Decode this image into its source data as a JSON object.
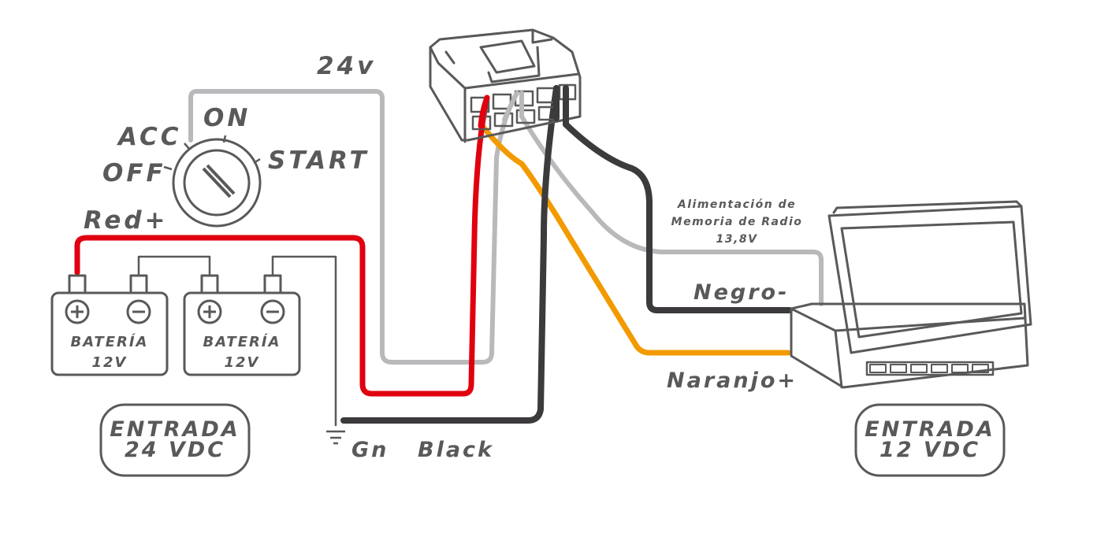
{
  "colors": {
    "red": "#e0000f",
    "gray": "#b9b9bb",
    "orange": "#f29a00",
    "black": "#3c3a3c",
    "outline": "#595959"
  },
  "labels": {
    "voltage_24v": "24v",
    "acc": "ACC",
    "on": "ON",
    "off": "OFF",
    "start": "START",
    "red_plus": "Red+",
    "battery": "BATERÍA",
    "battery_v": "12V",
    "entrada_24": "ENTRADA",
    "entrada_24_v": "24 VDC",
    "gn": "Gn",
    "black": "Black",
    "memory_1": "Alimentación de",
    "memory_2": "Memoria de Radio",
    "memory_3": "13,8V",
    "negro": "Negro-",
    "naranjo": "Naranjo+",
    "entrada_12": "ENTRADA",
    "entrada_12_v": "12 VDC"
  },
  "icons": [
    "ignition-switch-icon",
    "battery-icon",
    "ground-icon",
    "connector-icon",
    "radio-head-unit-icon"
  ]
}
